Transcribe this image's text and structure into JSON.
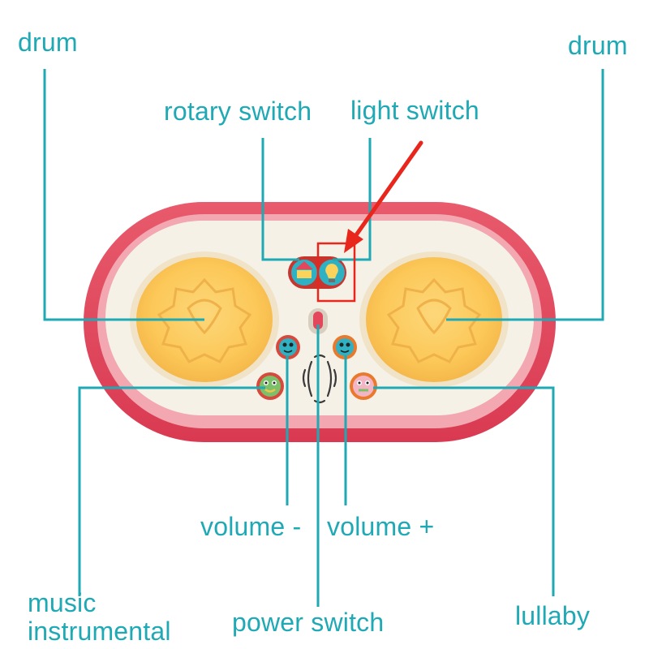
{
  "labels": {
    "drum_left": "drum",
    "drum_right": "drum",
    "rotary_switch": "rotary switch",
    "light_switch": "light switch",
    "volume_minus": "volume -",
    "volume_plus": "volume +",
    "music_line1": "music",
    "music_line2": "instrumental",
    "power_switch": "power switch",
    "lullaby": "lullaby"
  },
  "colors": {
    "label_text": "#1fa9b5",
    "leader_line": "#1fa9b5",
    "toy_shell": "#e4475c",
    "toy_face": "#f6f1e6",
    "drum_pad": "#fcc858",
    "highlight_arrow": "#e8261c"
  }
}
